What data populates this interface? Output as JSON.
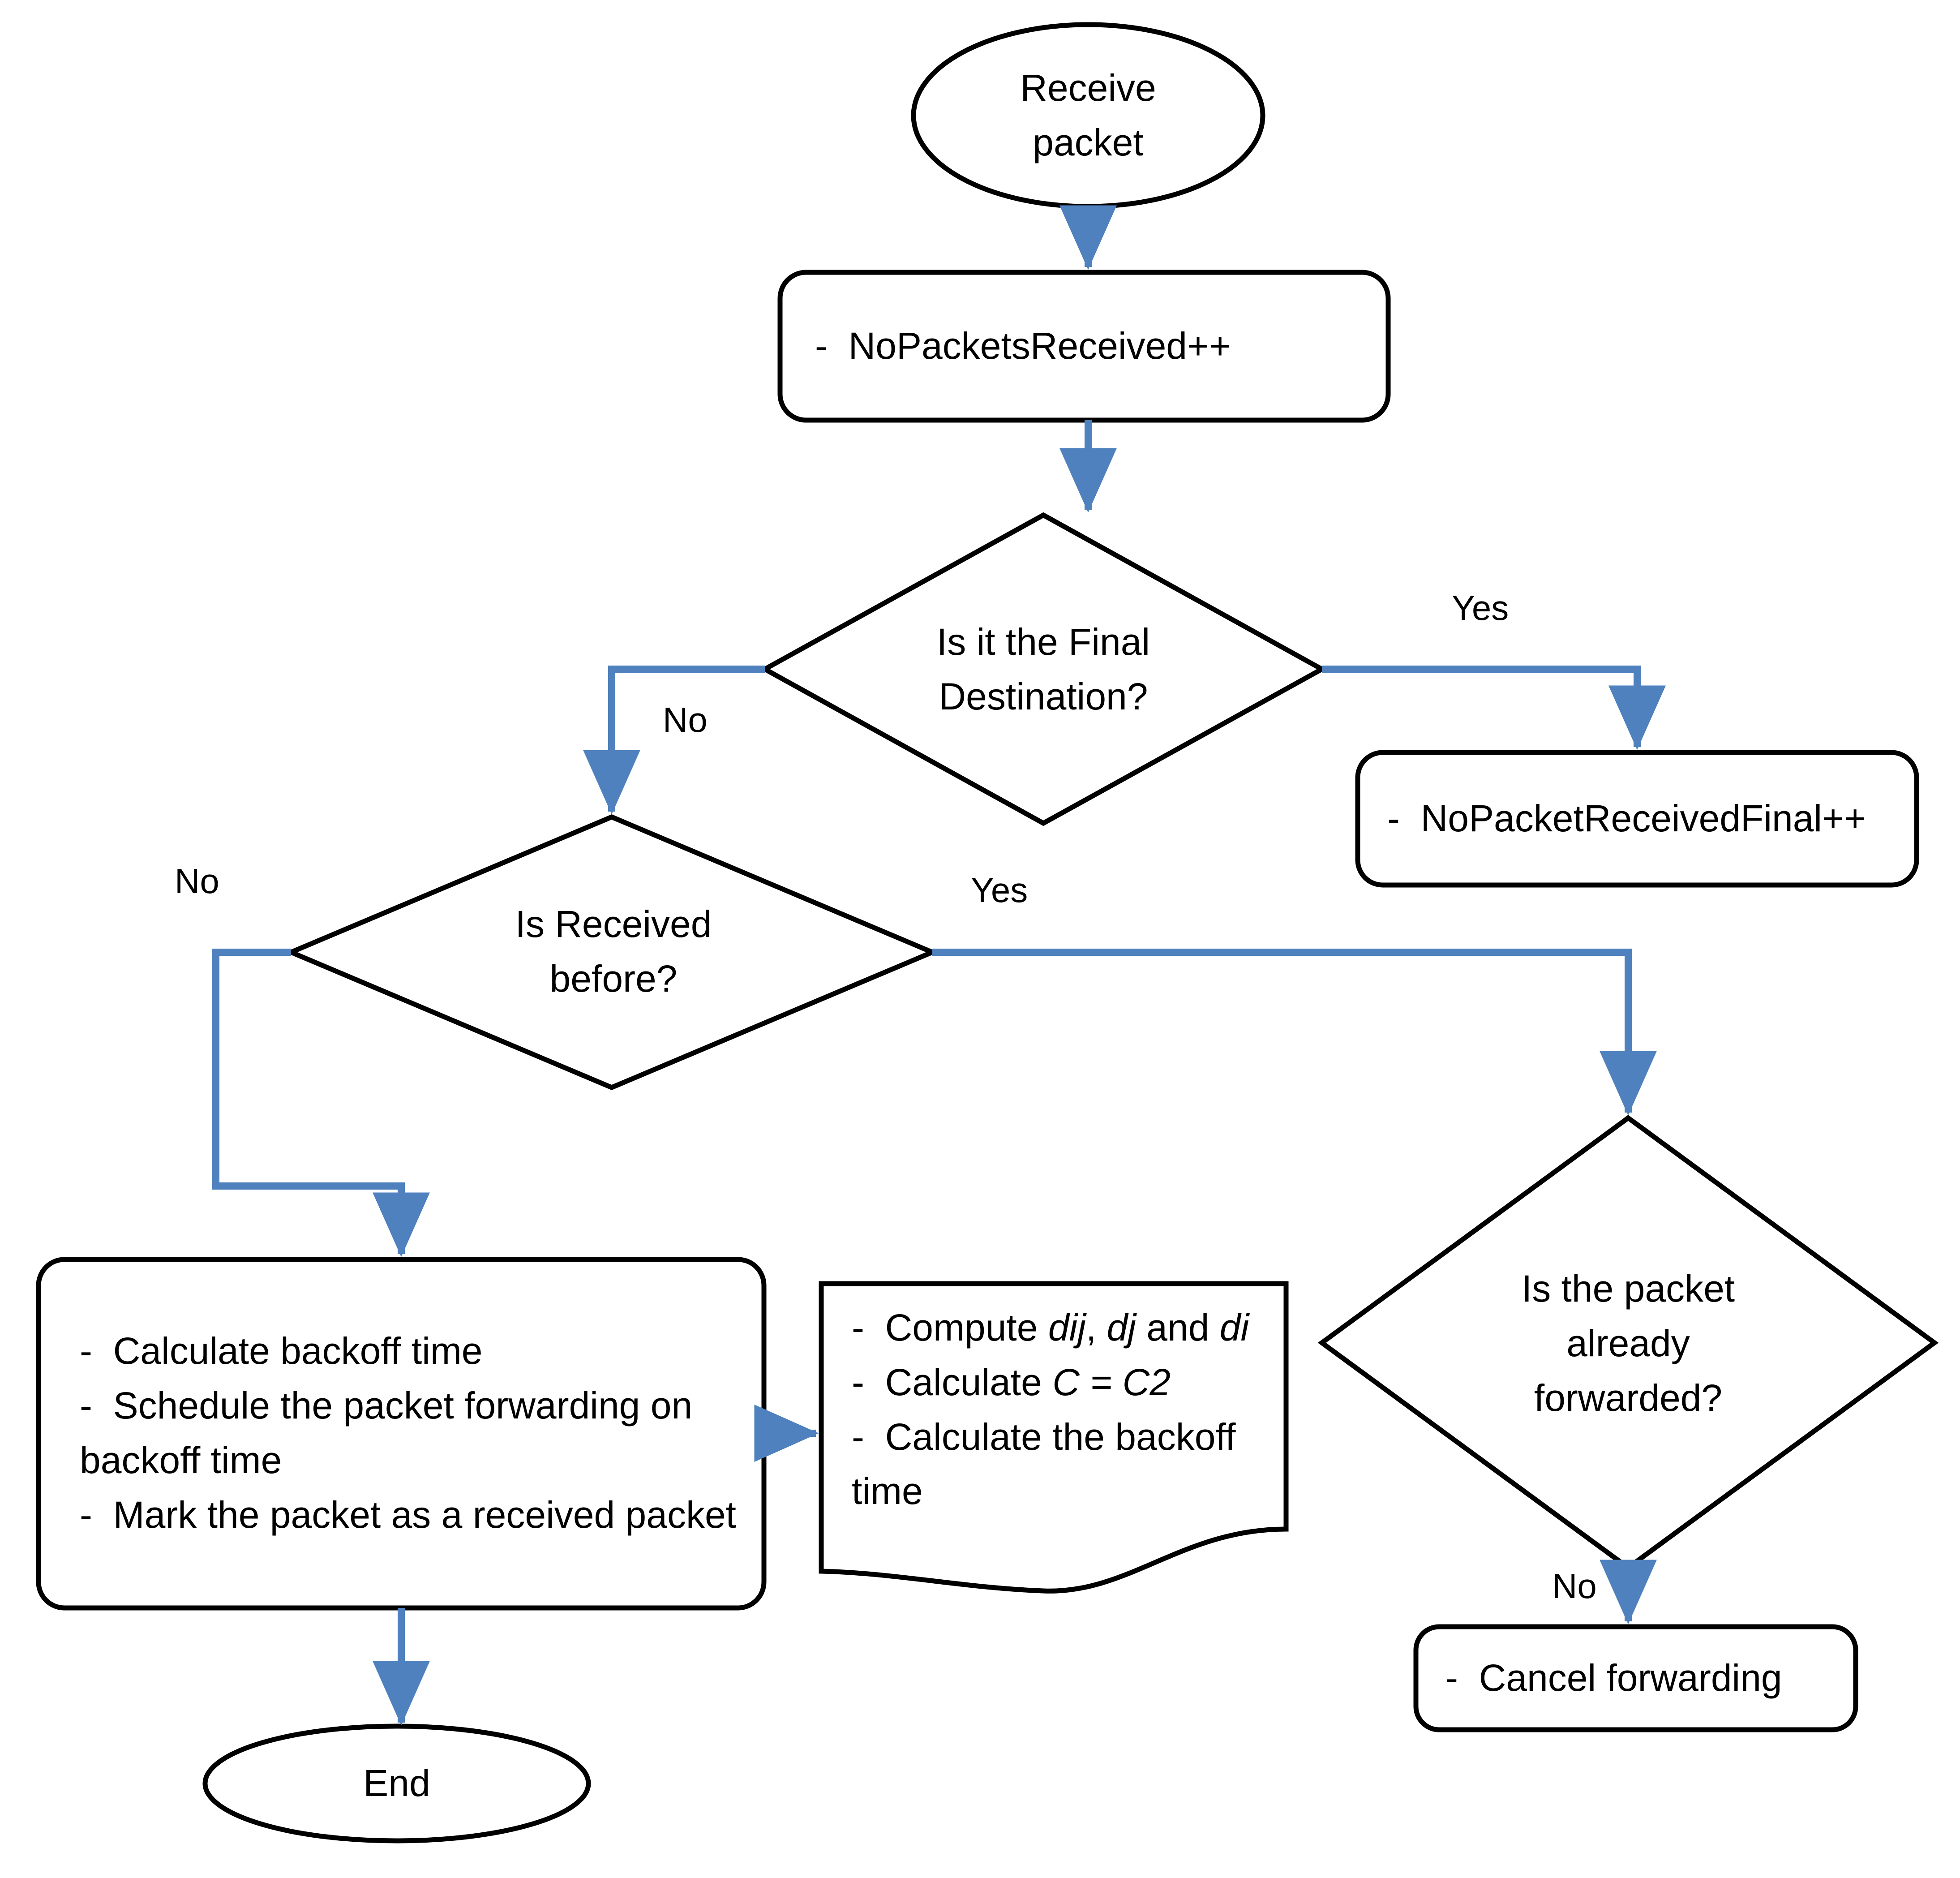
{
  "diagram": {
    "title": "Packet receive and forwarding flowchart",
    "colors": {
      "shape_stroke": "#000000",
      "shape_fill": "#ffffff",
      "connector": "#4E81BD",
      "text": "#000000"
    }
  },
  "nodes": {
    "start": {
      "id": "start",
      "type": "terminator-ellipse",
      "label": "Receive\npacket"
    },
    "count_received": {
      "id": "count_received",
      "type": "rounded-process",
      "label": "-  NoPacketsReceived++"
    },
    "is_final_destination": {
      "id": "is_final_destination",
      "type": "decision-diamond",
      "label": "Is it the Final\nDestination?"
    },
    "count_final": {
      "id": "count_final",
      "type": "rounded-process",
      "label": "-  NoPacketReceivedFinal++"
    },
    "is_received_before": {
      "id": "is_received_before",
      "type": "decision-diamond",
      "label": "Is Received\nbefore?"
    },
    "backoff_actions": {
      "id": "backoff_actions",
      "type": "rounded-process",
      "lines": [
        "-  Calculate backoff time",
        "-  Schedule the packet forwarding on backoff time",
        "-  Mark the packet as a received packet"
      ]
    },
    "compute_doc": {
      "id": "compute_doc",
      "type": "document-wavy",
      "lines": [
        {
          "prefix": "-  Compute ",
          "italic1": "dij",
          "mid": ", ",
          "italic2": "dj",
          "mid2": " and ",
          "italic3": "di"
        },
        {
          "prefix": "-  Calculate ",
          "italic1": "C = C2"
        },
        {
          "prefix": "-  Calculate the backoff time"
        }
      ]
    },
    "is_already_forwarded": {
      "id": "is_already_forwarded",
      "type": "decision-diamond",
      "label": "Is the packet\nalready\nforwarded?"
    },
    "cancel_forwarding": {
      "id": "cancel_forwarding",
      "type": "rounded-process",
      "label": "-  Cancel forwarding"
    },
    "end": {
      "id": "end",
      "type": "terminator-ellipse",
      "label": "End"
    }
  },
  "edge_labels": {
    "final_dest_yes": "Yes",
    "final_dest_no": "No",
    "received_before_no": "No",
    "received_before_yes": "Yes",
    "already_forwarded_no": "No"
  },
  "edges": [
    {
      "from": "start",
      "to": "count_received",
      "label": ""
    },
    {
      "from": "count_received",
      "to": "is_final_destination",
      "label": ""
    },
    {
      "from": "is_final_destination",
      "to": "count_final",
      "label": "Yes"
    },
    {
      "from": "is_final_destination",
      "to": "is_received_before",
      "label": "No"
    },
    {
      "from": "is_received_before",
      "to": "backoff_actions",
      "label": "No"
    },
    {
      "from": "is_received_before",
      "to": "is_already_forwarded",
      "label": "Yes"
    },
    {
      "from": "backoff_actions",
      "to": "compute_doc",
      "label": ""
    },
    {
      "from": "backoff_actions",
      "to": "end",
      "label": ""
    },
    {
      "from": "is_already_forwarded",
      "to": "cancel_forwarding",
      "label": "No"
    }
  ]
}
